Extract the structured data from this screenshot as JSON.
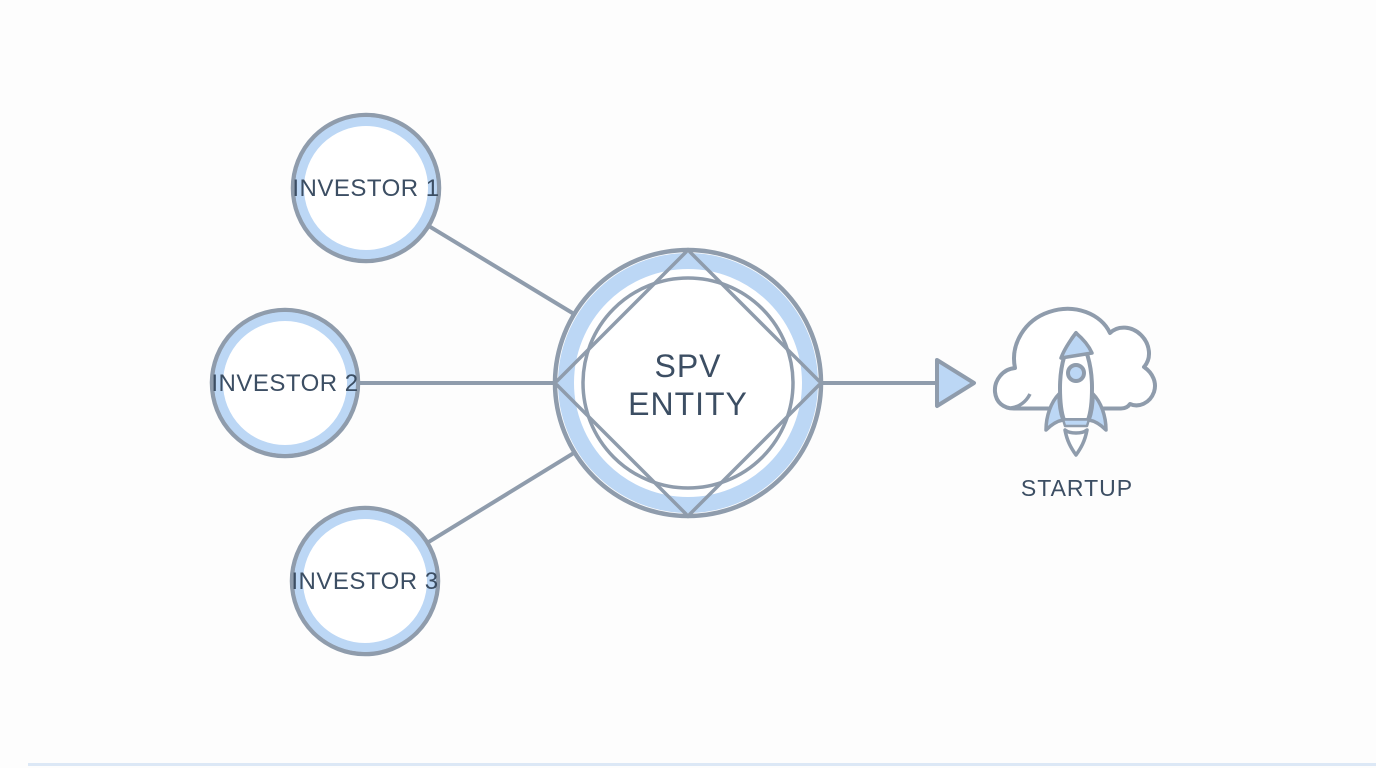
{
  "palette": {
    "background": "#FDFDFD",
    "stroke_gray": "#8F9CAC",
    "light_blue": "#BCD7F5",
    "text_dark": "#3C4E63",
    "bottom_edge_line": "#DCE8F6"
  },
  "investors": [
    {
      "label": "INVESTOR 1"
    },
    {
      "label": "INVESTOR 2"
    },
    {
      "label": "INVESTOR 3"
    }
  ],
  "spv": {
    "label_line1": "SPV",
    "label_line2": "ENTITY"
  },
  "startup": {
    "label": "STARTUP",
    "icon": "rocket-in-cloud-icon"
  },
  "arrow": {
    "direction": "right",
    "meaning": "flow from SPV entity to startup"
  }
}
